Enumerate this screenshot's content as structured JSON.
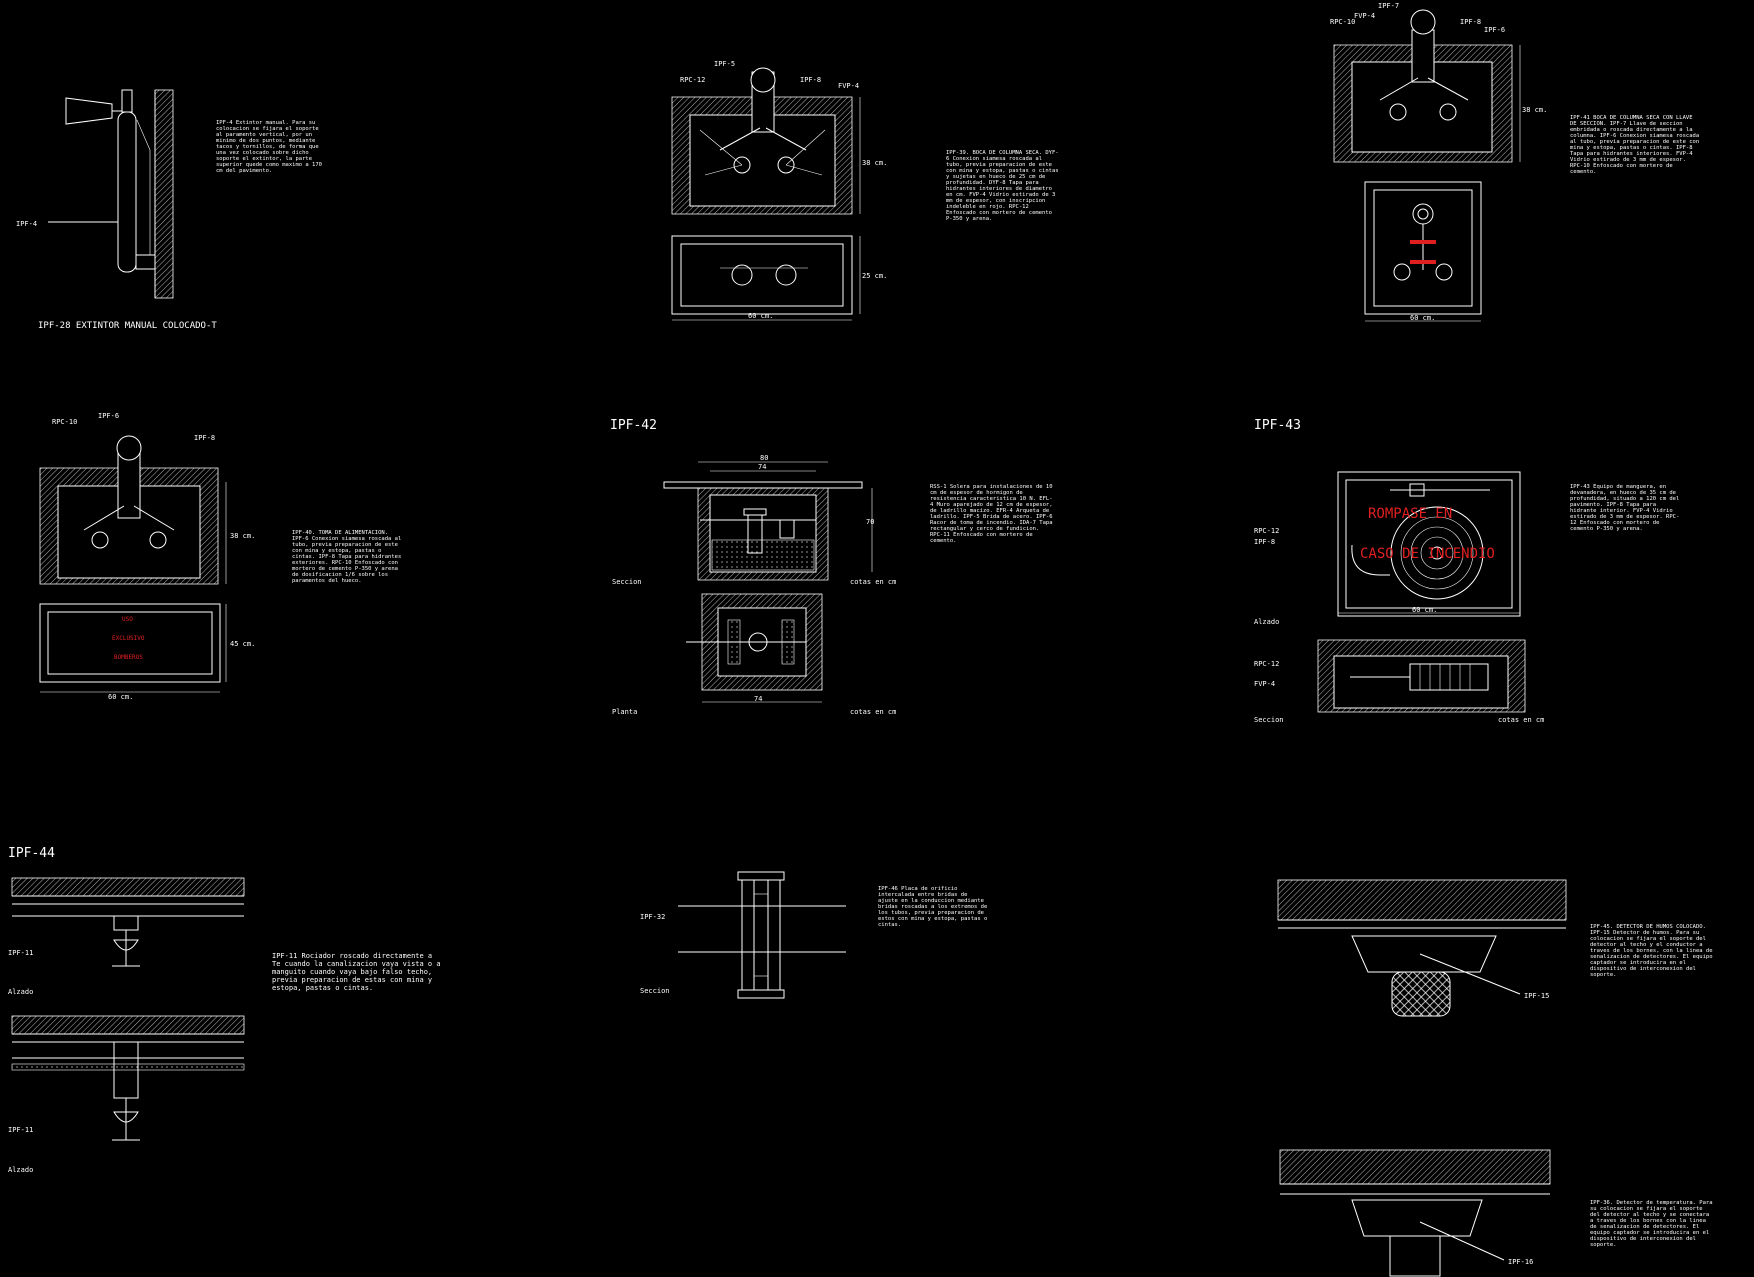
{
  "titles": {
    "ipf28": "IPF-28 EXTINTOR MANUAL COLOCADO-T",
    "ipf42": "IPF-42",
    "ipf43": "IPF-43",
    "ipf44": "IPF-44"
  },
  "labels": {
    "ipf4": "IPF-4",
    "ipf5": "IPF-5",
    "ipf6": "IPF-6",
    "ipf7": "IPF-7",
    "ipf8": "IPF-8",
    "ipf15": "IPF-15",
    "ipf16": "IPF-16",
    "ipf11": "IPF-11",
    "ipf32": "IPF-32",
    "rpc10": "RPC-10",
    "rpc12": "RPC-12",
    "fvp4": "FVP-4",
    "dim60": "60 cm.",
    "dim38": "38 cm.",
    "dim25": "25 cm.",
    "dim45": "45 cm.",
    "dim80": "80",
    "dim74": "74",
    "dim70": "70",
    "seccion": "Seccion",
    "planta": "Planta",
    "alzado": "Alzado",
    "cotas": "cotas en cm"
  },
  "signs": {
    "uso": "USO",
    "exclusivo": "EXCLUSIVO",
    "bomberos": "BOMBEROS",
    "rompase": "ROMPASE EN",
    "caso": "CASO DE INCENDIO"
  },
  "notes": {
    "extintor": "IPF-4 Extintor manual. Para su colocacion se fijara el soporte al paramento vertical, por un minimo de dos puntos, mediante tacos y tornillos, de forma que una vez colocado sobre dicho soporte el extintor, la parte superior quede como maximo a 170 cm del pavimento.",
    "columna_seca": "IPF-39. BOCA DE COLUMNA SECA. DYF-6 Conexion siamesa roscada al tubo, previa preparacion de este con mina y estopa, pastas o cintas y sujetas en hueco de 25 cm de profundidad. DYF-8 Tapa para hidrantes interiores de diametro en cm. FVP-4 Vidrio estirado de 3 mm de espesor, con inscripcion indeleble en rojo. RPC-12 Enfoscado con mortero de cemento P-350 y arena.",
    "columna_llave": "IPF-41 BOCA DE COLUMNA SECA CON LLAVE DE SECCION. IPF-7 Llave de seccion embridada o roscada directamente a la columna. IPF-6 Conexion siamesa roscada al tubo, previa preparacion de este con mina y estopa, pastas o cintas. IPF-8 Tapa para hidrantes interiores. FVP-4 Vidrio estirado de 3 mm de espesor. RPC-10 Enfoscado con mortero de cemento.",
    "alimentacion": "IPF-40. TOMA DE ALIMENTACION. IPF-6 Conexion siamesa roscada al tubo, previa preparacion de este con mina y estopa, pastas o cintas. IPF-8 Tapa para hidrantes exteriores. RPC-10 Enfoscado con mortero de cemento P-350 y arena de dosificacion 1/6 sobre los paramentos del hueco.",
    "hidrante": "RSS-1 Solera para instalaciones de 10 cm de espesor de hormigon de resistencia caracteristica 10 N. EFL-4 Muro aparejado de 12 cm de espesor, de ladrillo macizo. EFR-4 Arqueta de ladrillo. IPF-5 Brida de acero. IPF-6 Racor de toma de incendio. IDA-7 Tapa rectangular y cerco de fundicion. RPC-11 Enfoscado con mortero de cemento.",
    "bie": "IPF-43 Equipo de manguera, en devanadera, en hueco de 35 cm de profundidad, situado a 120 cm del pavimento. IPF-8 Tapa para hidrante interior. FVP-4 Vidrio estirado de 3 mm de espesor. RPC-12 Enfoscado con mortero de cemento P-350 y arena.",
    "rociador": "IPF-11 Rociador roscado directamente a Te cuando la canalizacion vaya vista o a manguito cuando vaya bajo falso techo, previa preparacion de estas con mina y estopa, pastas o cintas.",
    "brida": "IPF-46 Placa de orificio intercalada entre bridas de ajuste en la conduccion mediante bridas roscadas a los extremos de los tubos, previa preparacion de estos con mina y estopa, pastas o cintas.",
    "humos": "IPF-45. DETECTOR DE HUMOS COLOCADO. IPF-15 Detector de humos. Para su colocacion se fijara el soporte del detector al techo y el conductor a traves de los bornes, con la linea de senalizacion de detectores. El equipo captador se introducira en el dispositivo de interconexion del soporte.",
    "temperatura": "IPF-36. Detector de temperatura. Para su colocacion se fijara el soporte del detector al techo y se conectara a traves de los bornes con la linea de senalizacion de detectores. El equipo captador se introducira en el dispositivo de interconexion del soporte."
  },
  "colors": {
    "background": "#000000",
    "lines": "#ffffff",
    "signs": "#e02020"
  }
}
